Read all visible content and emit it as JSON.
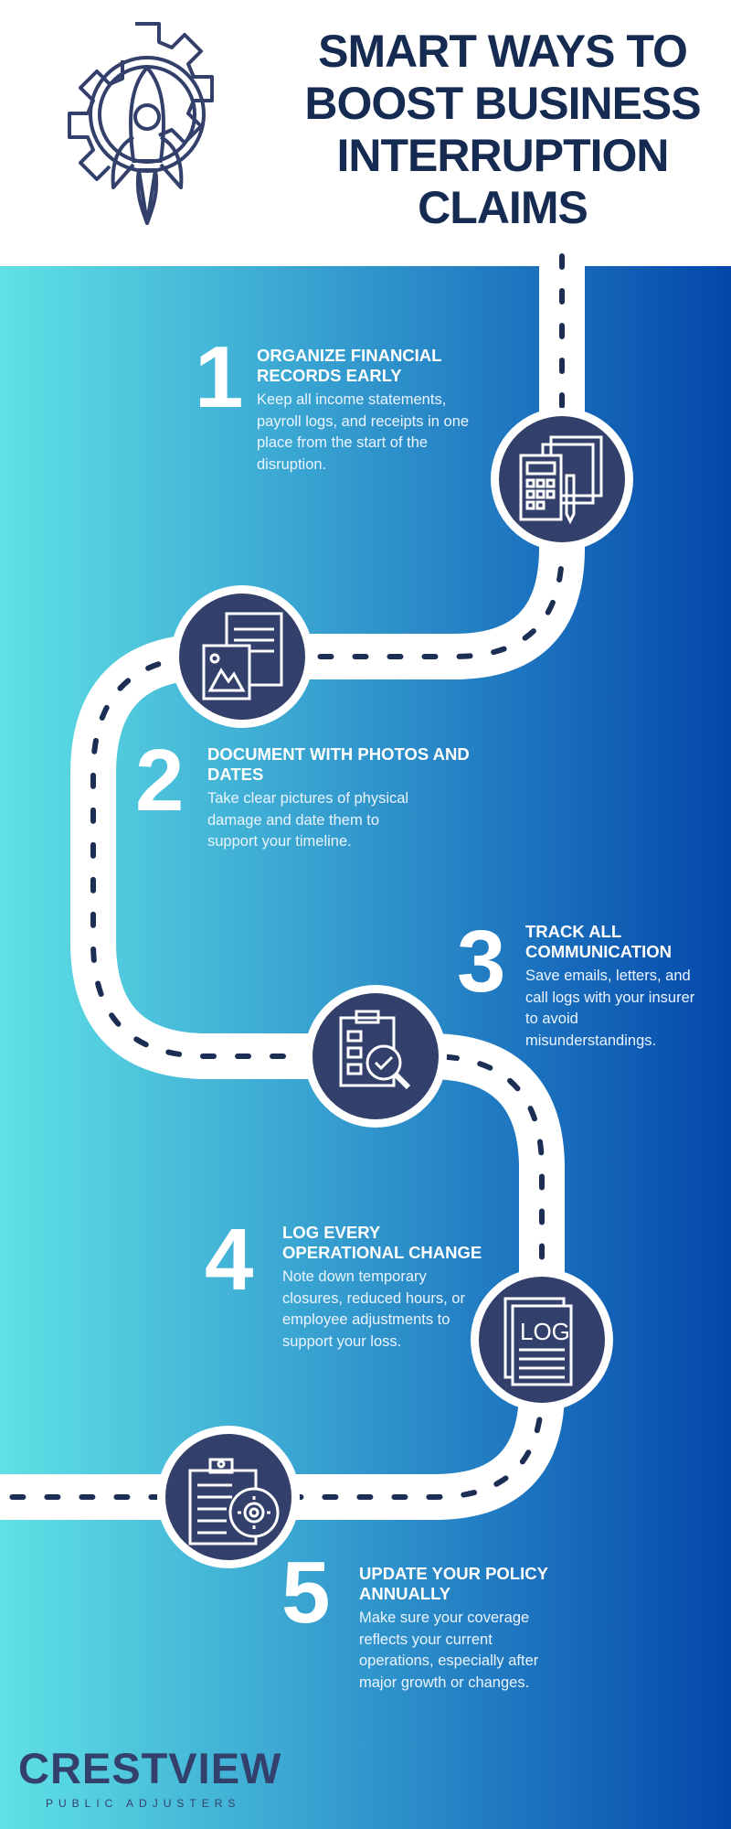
{
  "title": {
    "lines": [
      "SMART WAYS TO",
      "BOOST BUSINESS",
      "INTERRUPTION",
      "CLAIMS"
    ]
  },
  "colors": {
    "navy": "#33406b",
    "title": "#152b52",
    "gradient_start": "#5fe1e5",
    "gradient_end": "#0447a9",
    "road": "#ffffff"
  },
  "icons": {
    "header": "rocket-gear-icon",
    "step1": "calculator-documents-icon",
    "step2": "document-photo-icon",
    "step3": "clipboard-magnifier-check-icon",
    "step4": "log-document-icon",
    "step5": "clipboard-gear-refresh-icon"
  },
  "steps": [
    {
      "number": "1",
      "heading": "ORGANIZE FINANCIAL RECORDS EARLY",
      "body": "Keep all income statements, payroll logs, and receipts in one place from the start of the disruption."
    },
    {
      "number": "2",
      "heading": "DOCUMENT WITH PHOTOS AND DATES",
      "body": "Take clear pictures of physical damage and date them to support your timeline."
    },
    {
      "number": "3",
      "heading": "TRACK ALL COMMUNICATION",
      "body": "Save emails, letters, and call logs with your insurer to avoid misunderstandings."
    },
    {
      "number": "4",
      "heading": "LOG EVERY OPERATIONAL CHANGE",
      "body": "Note down temporary closures, reduced hours, or employee adjustments to support your loss."
    },
    {
      "number": "5",
      "heading": "UPDATE YOUR POLICY ANNUALLY",
      "body": "Make sure your coverage reflects your current operations, especially after major growth or changes."
    }
  ],
  "logo": {
    "name": "CRESTVIEW",
    "tagline": "PUBLIC ADJUSTERS"
  }
}
